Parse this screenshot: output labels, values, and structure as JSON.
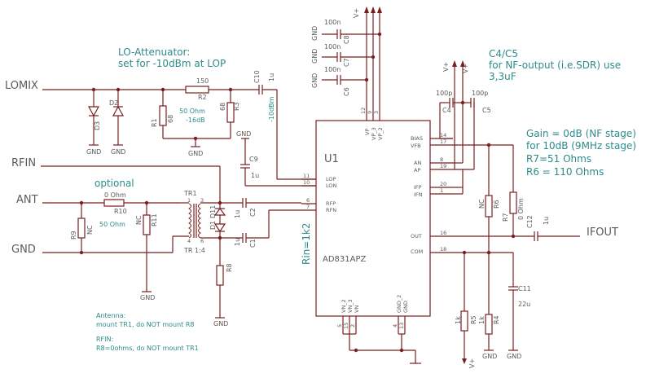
{
  "nets": {
    "lomix": "LOMIX",
    "rfin": "RFIN",
    "ant": "ANT",
    "gnd": "GND",
    "ifout": "IFOUT"
  },
  "chip": {
    "ref": "U1",
    "part": "AD831APZ",
    "rin_note": "Rin=1k2",
    "pins_left": [
      {
        "num": "11",
        "name": "LOP"
      },
      {
        "num": "10",
        "name": "LON"
      },
      {
        "num": "6",
        "name": "RFP"
      },
      {
        "num": "7",
        "name": "RFN"
      }
    ],
    "pins_right": [
      {
        "num": "14",
        "name": "BIAS"
      },
      {
        "num": "17",
        "name": "VFB"
      },
      {
        "num": "8",
        "name": "AN"
      },
      {
        "num": "19",
        "name": "AP"
      },
      {
        "num": "20",
        "name": "IFP"
      },
      {
        "num": "1",
        "name": "IFN"
      },
      {
        "num": "16",
        "name": "OUT"
      },
      {
        "num": "18",
        "name": "COM"
      }
    ],
    "pins_top": [
      {
        "num": "12",
        "name": "VP"
      },
      {
        "num": "9",
        "name": "VP_3"
      },
      {
        "num": "3",
        "name": "VP_2"
      }
    ],
    "pins_bottom": [
      {
        "num": "5",
        "name": "VN_2"
      },
      {
        "num": "15",
        "name": "VN_3"
      },
      {
        "num": "2",
        "name": "VN"
      },
      {
        "num": "4",
        "name": "GND_2"
      },
      {
        "num": "13",
        "name": "GND"
      }
    ]
  },
  "components": {
    "r2": {
      "ref": "R2",
      "value": "150"
    },
    "r1": {
      "ref": "R1",
      "value": "68"
    },
    "r3": {
      "ref": "R3",
      "value": "68"
    },
    "d2": {
      "ref": "D2"
    },
    "d3": {
      "ref": "D3"
    },
    "c10": {
      "ref": "C10",
      "value": "1u"
    },
    "c9": {
      "ref": "C9",
      "value": "1u"
    },
    "c8": {
      "ref": "C8",
      "value": "100n"
    },
    "c7": {
      "ref": "C7",
      "value": "100n"
    },
    "c6": {
      "ref": "C6",
      "value": "100n"
    },
    "c4": {
      "ref": "C4",
      "value": "100p"
    },
    "c5": {
      "ref": "C5",
      "value": "100p"
    },
    "c2": {
      "ref": "C2",
      "value": "1u"
    },
    "c1": {
      "ref": "C1",
      "value": "1u"
    },
    "c12": {
      "ref": "C12",
      "value": "1u"
    },
    "c11": {
      "ref": "C11",
      "value": "22u"
    },
    "r10": {
      "ref": "R10",
      "value": "0 Ohm"
    },
    "r11": {
      "ref": "R11",
      "value": "NC"
    },
    "r9": {
      "ref": "R9",
      "value": "NC"
    },
    "r8": {
      "ref": "R8"
    },
    "r6": {
      "ref": "R6",
      "value": "NC"
    },
    "r7": {
      "ref": "R7",
      "value": "0 Ohm"
    },
    "r5": {
      "ref": "R5",
      "value": "1k"
    },
    "r4": {
      "ref": "R4",
      "value": "1k"
    },
    "tr1": {
      "ref": "TR1",
      "ratio": "TR 1:4"
    },
    "d1": {
      "ref": "D1"
    },
    "d11": {
      "ref": "D11"
    }
  },
  "power": {
    "vplus": "V+",
    "gnd": "GND"
  },
  "pin_numbers": {
    "tr1_a": "1",
    "tr1_b": "3",
    "tr1_c": "4",
    "tr1_d": "6"
  },
  "notes": {
    "lo_title": "LO-Attenuator:",
    "lo_sub": "set for -10dBm at LOP",
    "attn_ohm": "50 Ohm",
    "attn_db": "-16dB",
    "lo_level": "-10dBm",
    "optional": "optional",
    "r10_ohm": "50 Ohm",
    "c45_title": "C4/C5",
    "c45_l1": "for NF-output (i.e.SDR) use",
    "c45_l2": "3,3uF",
    "gain_l1": "Gain = 0dB (NF stage)",
    "gain_l2": "for 10dB (9MHz stage)",
    "gain_l3": "R7=51 Ohms",
    "gain_l4": "R6 = 110 Ohms",
    "ant_l1": "Antenna:",
    "ant_l2": "mount TR1, do NOT mount R8",
    "rfin_l1": "RFIN:",
    "rfin_l2": "R8=0ohms, do NOT mount TR1"
  }
}
